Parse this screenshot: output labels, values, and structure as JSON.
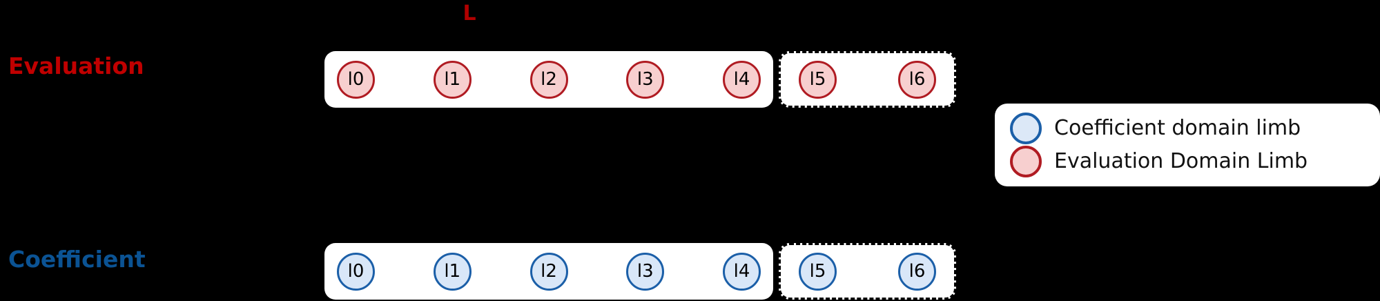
{
  "diagram": {
    "background_color": "#000000",
    "top_marker": {
      "label": "L",
      "color": "#B00000"
    },
    "rows": [
      {
        "key": "evaluation",
        "label": "Evaluation",
        "label_color": "#C00000",
        "limb_fill": "#F7CFCF",
        "limb_stroke": "#B01B22",
        "main_group": {
          "border_style": "solid",
          "limbs": [
            "l0",
            "l1",
            "l2",
            "l3",
            "l4"
          ]
        },
        "tail_group": {
          "border_style": "dashed",
          "limbs": [
            "l5",
            "l6"
          ]
        }
      },
      {
        "key": "coefficient",
        "label": "Coefficient",
        "label_color": "#0B5394",
        "limb_fill": "#D9E7F8",
        "limb_stroke": "#1B5FA8",
        "main_group": {
          "border_style": "solid",
          "limbs": [
            "l0",
            "l1",
            "l2",
            "l3",
            "l4"
          ]
        },
        "tail_group": {
          "border_style": "dashed",
          "limbs": [
            "l5",
            "l6"
          ]
        }
      }
    ],
    "legend": {
      "entries": [
        {
          "label": "Coefficient domain limb",
          "fill": "#DCE8F7",
          "stroke": "#1B5FA8",
          "swatch_name": "coefficient-limb-swatch"
        },
        {
          "label": "Evaluation Domain Limb",
          "fill": "#F7CFCF",
          "stroke": "#B01B22",
          "swatch_name": "evaluation-limb-swatch"
        }
      ]
    }
  }
}
